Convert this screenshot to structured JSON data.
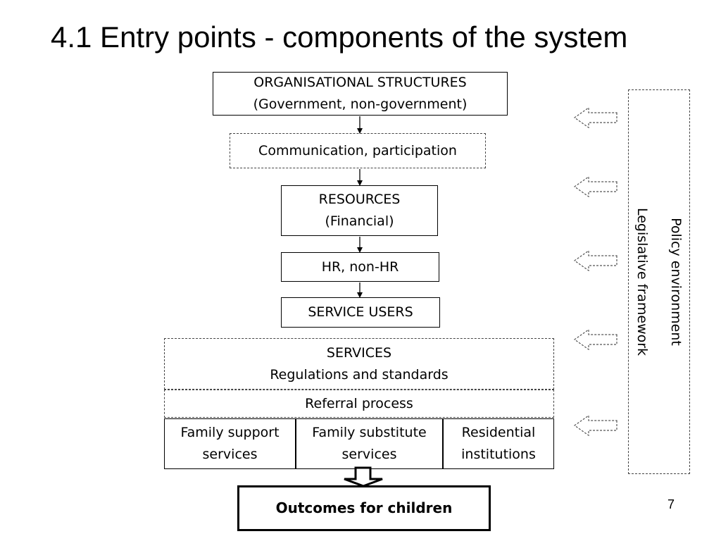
{
  "slide": {
    "title": "4.1 Entry points - components of the system",
    "page_number": "7"
  },
  "diagram": {
    "org_structures": {
      "line1": "ORGANISATIONAL STRUCTURES",
      "line2": "(Government, non-government)"
    },
    "communication": "Communication, participation",
    "resources": {
      "line1": "RESOURCES",
      "line2": "(Financial)"
    },
    "hr": "HR, non-HR",
    "service_users": "SERVICE USERS",
    "services": {
      "line1": "SERVICES",
      "line2": "Regulations and standards"
    },
    "referral": "Referral process",
    "family_support": {
      "line1": "Family support",
      "line2": "services"
    },
    "family_substitute": {
      "line1": "Family substitute",
      "line2": "services"
    },
    "residential": {
      "line1": "Residential",
      "line2": "institutions"
    },
    "outcomes": "Outcomes for children",
    "side_panel": {
      "line1": "Policy environment",
      "line2": "Legislative framework"
    }
  }
}
